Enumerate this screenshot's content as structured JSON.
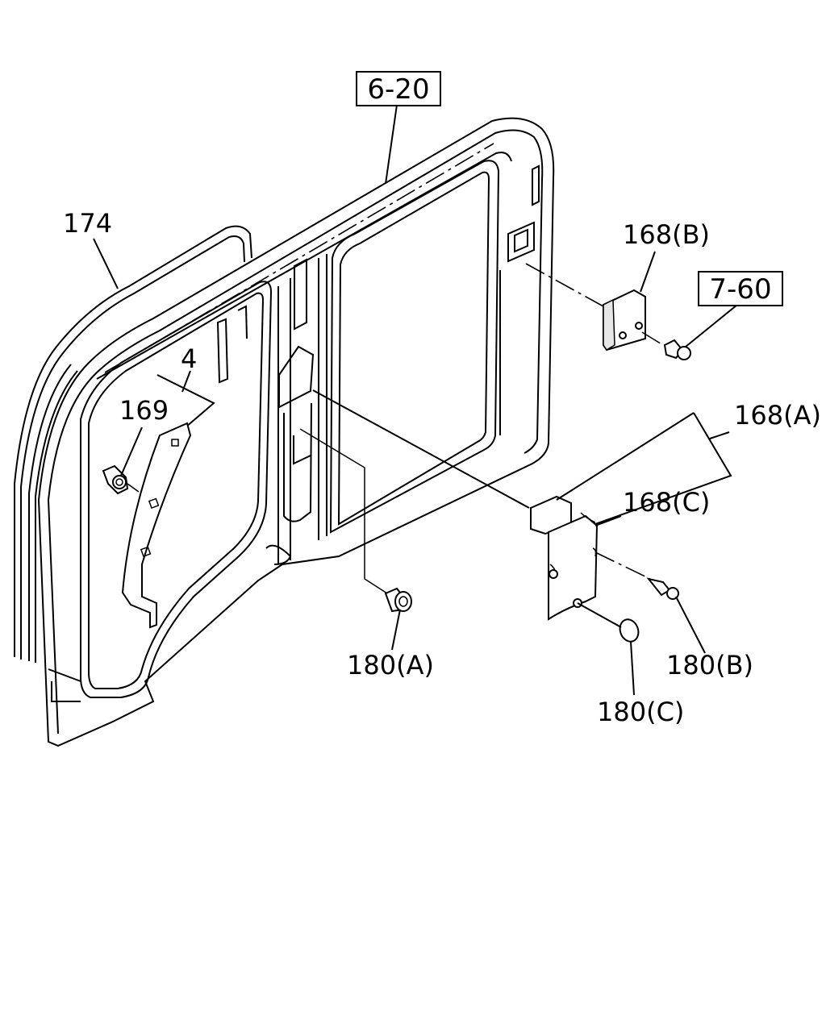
{
  "labels": {
    "ref_6_20": "6-20",
    "ref_7_60": "7-60",
    "p174": "174",
    "p4": "4",
    "p169": "169",
    "p168a": "168(A)",
    "p168b": "168(B)",
    "p168c": "168(C)",
    "p180a": "180(A)",
    "p180b": "180(B)",
    "p180c": "180(C)"
  }
}
